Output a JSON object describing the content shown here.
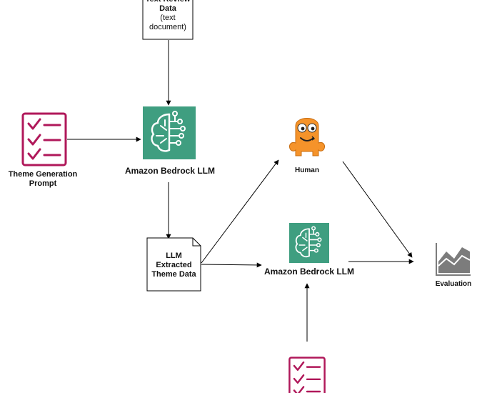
{
  "nodes": {
    "review_doc": {
      "title": "Text Review Data",
      "subtitle": "(text document)"
    },
    "prompt_top": {
      "label": "Theme Generation Prompt"
    },
    "bedrock_top": {
      "label": "Amazon Bedrock LLM"
    },
    "human": {
      "label": "Human"
    },
    "extracted_doc": {
      "line1": "LLM",
      "line2": "Extracted",
      "line3": "Theme Data"
    },
    "bedrock_eval": {
      "label": "Amazon Bedrock LLM"
    },
    "evaluation": {
      "label": "Evaluation"
    },
    "prompt_bottom": {
      "label": ""
    }
  },
  "icons": {
    "checklist": "checklist-icon",
    "brain": "brain-circuit-icon",
    "human": "human-mascot-icon",
    "chart": "chart-icon"
  },
  "colors": {
    "bedrock_green": "#3f9e80",
    "checklist_magenta": "#b0185a",
    "human_orange": "#f5932a",
    "chart_gray": "#7c7c7c"
  }
}
